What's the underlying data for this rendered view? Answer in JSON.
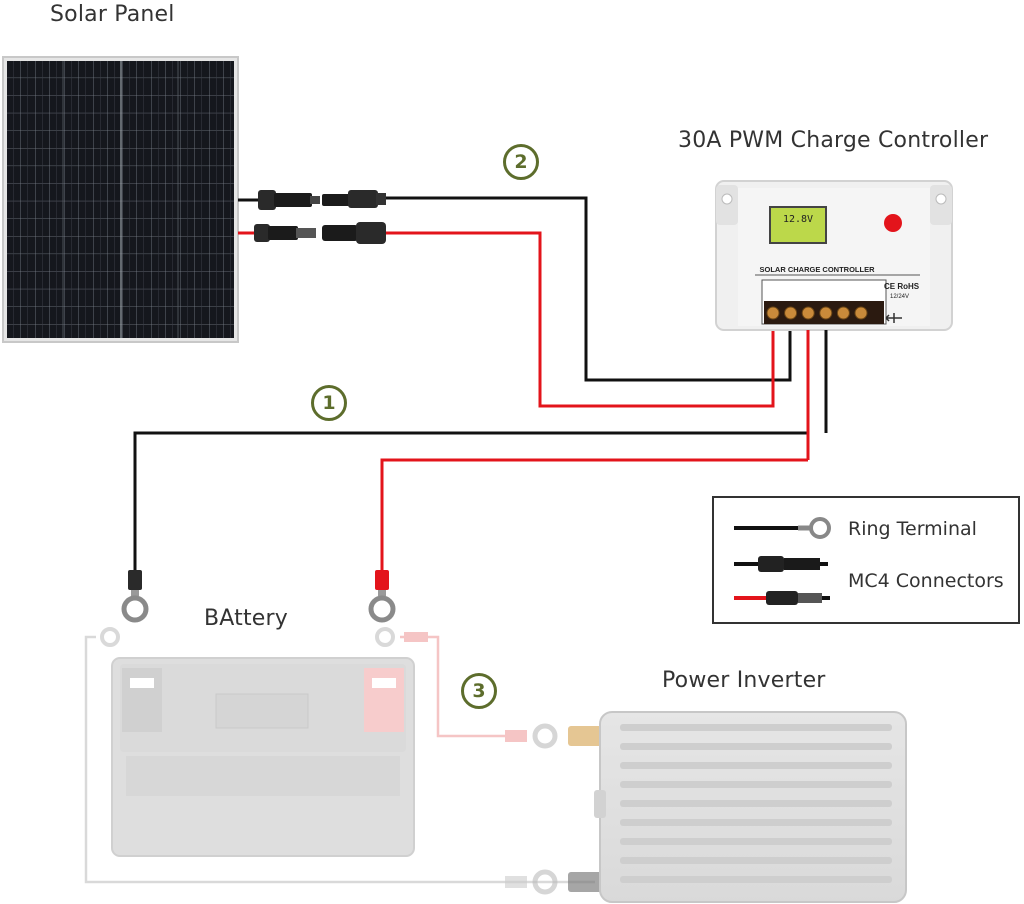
{
  "labels": {
    "solar_panel": "Solar Panel",
    "controller": "30A PWM Charge Controller",
    "battery": "BAttery",
    "inverter": "Power Inverter"
  },
  "controller_face": {
    "title": "SOLAR CHARGE CONTROLLER",
    "marks": "CE RoHS",
    "voltage": "12/24V",
    "display": "12.8V"
  },
  "steps": [
    "1",
    "2",
    "3"
  ],
  "legend": {
    "ring_terminal": "Ring Terminal",
    "mc4": "MC4 Connectors"
  },
  "colors": {
    "wire_red": "#e3141b",
    "wire_black": "#111111",
    "step_circle": "#5d6d2c",
    "faded_red": "#f0a0a0",
    "faded_gray": "#b8b8b8"
  }
}
